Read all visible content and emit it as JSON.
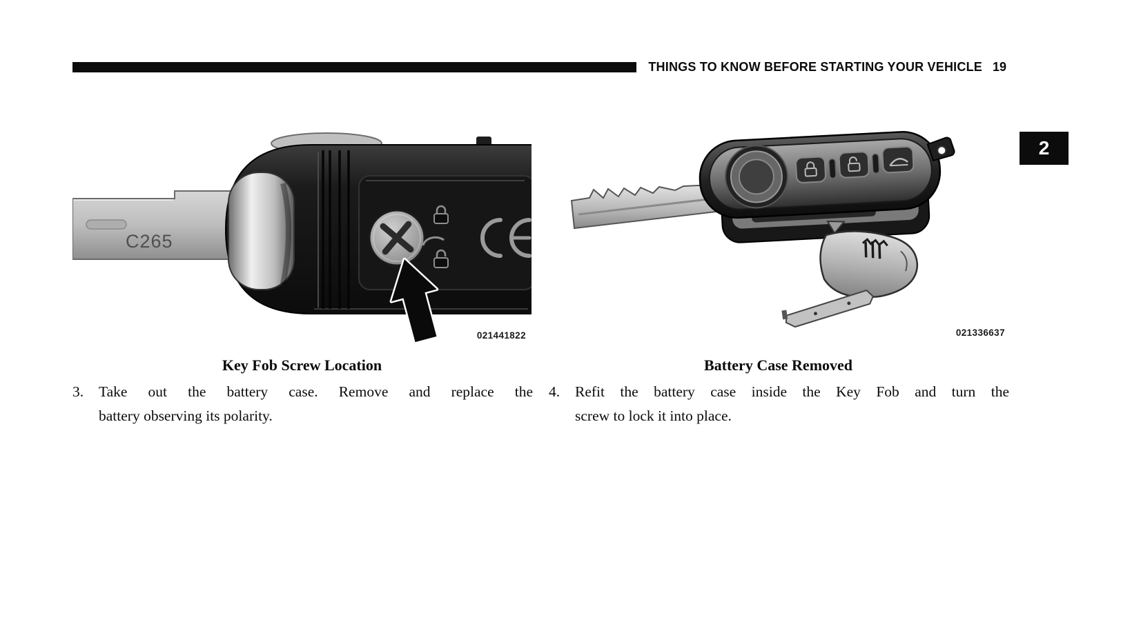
{
  "header": {
    "title": "THINGS TO KNOW BEFORE STARTING YOUR VEHICLE",
    "page_number": "19"
  },
  "side_tab": {
    "label": "2"
  },
  "figure_left": {
    "blade_label": "C265",
    "image_id": "021441822",
    "caption": "Key Fob Screw Location"
  },
  "figure_right": {
    "image_id": "021336637",
    "caption": "Battery Case Removed"
  },
  "instructions": {
    "item3": {
      "number": "3.",
      "line1": "Take out the battery case. Remove and replace the",
      "line2": "battery observing its polarity."
    },
    "item4": {
      "number": "4.",
      "line1": "Refit the battery case inside the Key Fob and turn the",
      "line2": "screw to lock it into place."
    }
  }
}
